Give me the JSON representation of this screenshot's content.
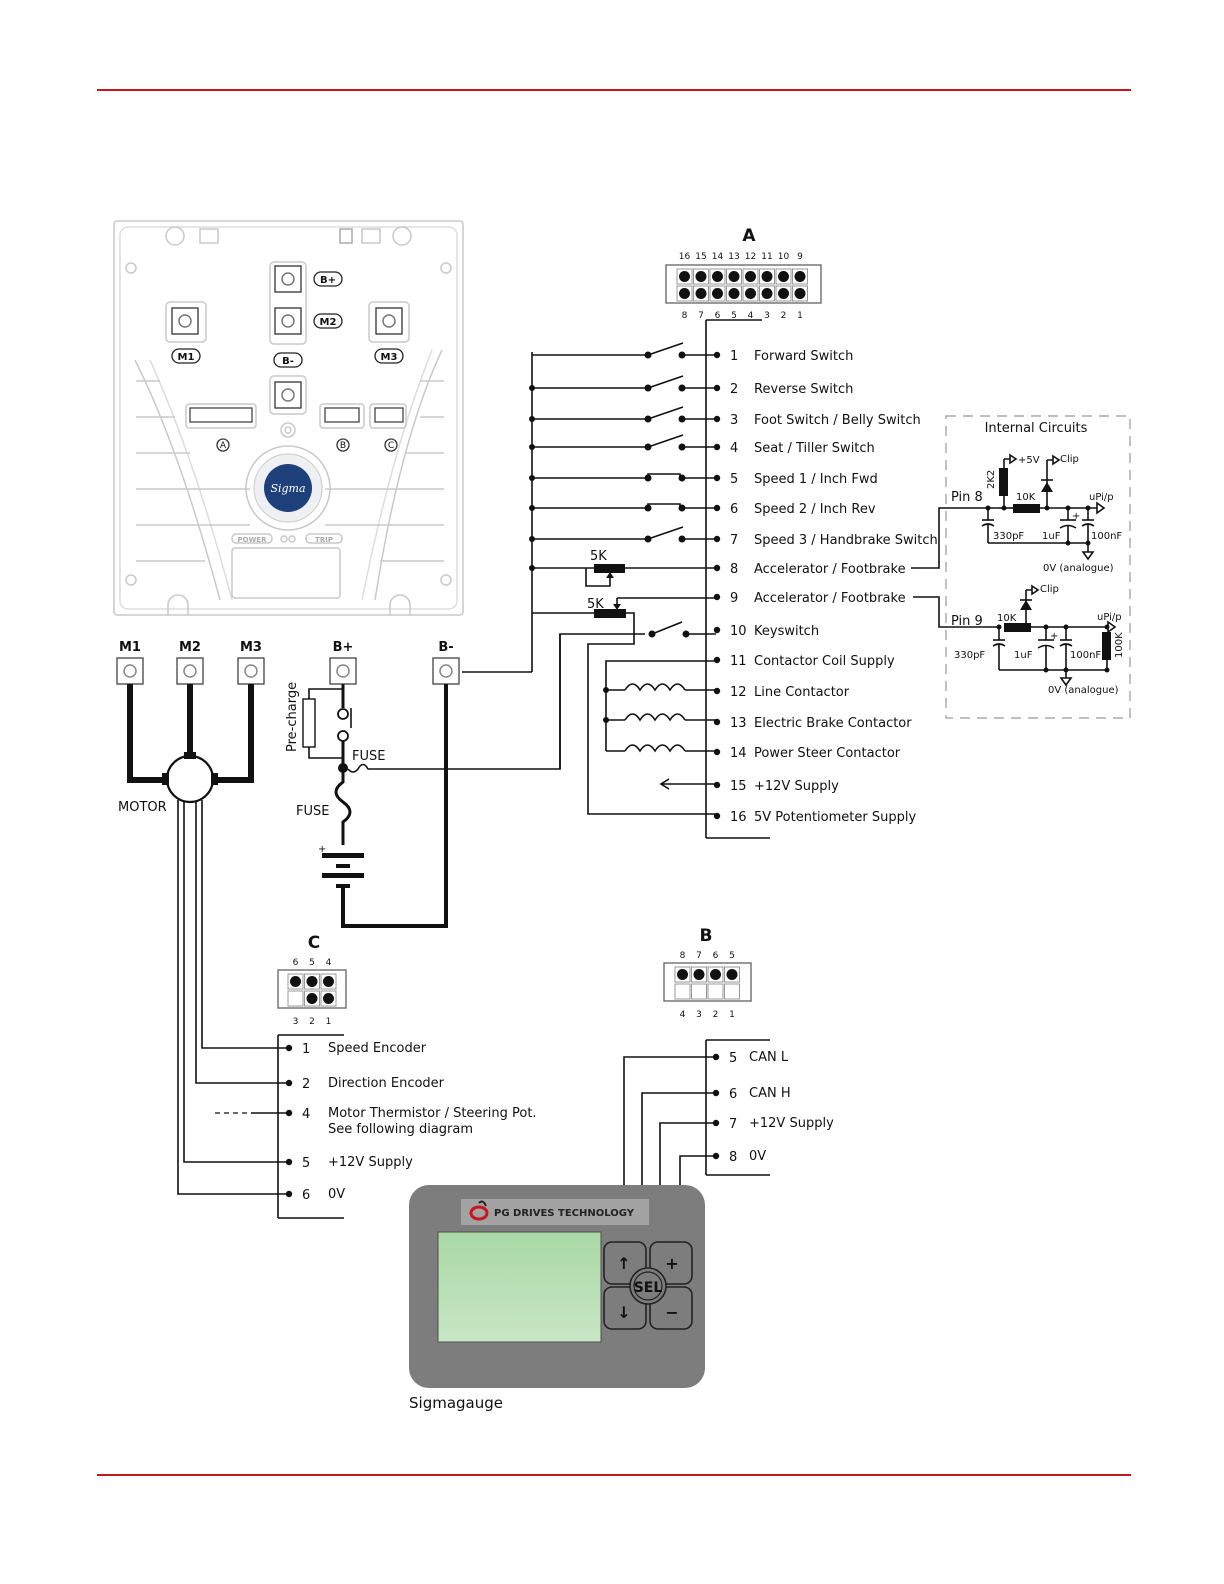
{
  "page": {
    "rule_color": "#c8161d"
  },
  "controller": {
    "terminal_labels": [
      "B+",
      "M2",
      "M1",
      "B-",
      "M3"
    ],
    "connector_labels": [
      "A",
      "B",
      "C"
    ],
    "logo_text": "Sigma",
    "led_labels": [
      "POWER",
      "TRIP"
    ]
  },
  "connector_a": {
    "title": "A",
    "top_pins": [
      "16",
      "15",
      "14",
      "13",
      "12",
      "11",
      "10",
      "9"
    ],
    "bottom_pins": [
      "8",
      "7",
      "6",
      "5",
      "4",
      "3",
      "2",
      "1"
    ],
    "pins": [
      {
        "num": "1",
        "label": "Forward Switch"
      },
      {
        "num": "2",
        "label": "Reverse Switch"
      },
      {
        "num": "3",
        "label": "Foot Switch / Belly Switch"
      },
      {
        "num": "4",
        "label": "Seat / Tiller Switch"
      },
      {
        "num": "5",
        "label": "Speed 1 / Inch Fwd"
      },
      {
        "num": "6",
        "label": "Speed 2  / Inch Rev"
      },
      {
        "num": "7",
        "label": "Speed 3 / Handbrake Switch"
      },
      {
        "num": "8",
        "label": "Accelerator / Footbrake"
      },
      {
        "num": "9",
        "label": "Accelerator / Footbrake"
      },
      {
        "num": "10",
        "label": "Keyswitch"
      },
      {
        "num": "11",
        "label": "Contactor Coil Supply"
      },
      {
        "num": "12",
        "label": "Line Contactor"
      },
      {
        "num": "13",
        "label": "Electric Brake Contactor"
      },
      {
        "num": "14",
        "label": "Power Steer Contactor"
      },
      {
        "num": "15",
        "label": "+12V Supply"
      },
      {
        "num": "16",
        "label": "5V Potentiometer Supply"
      }
    ],
    "pot_labels": [
      "5K",
      "5K"
    ]
  },
  "internal_circuits": {
    "title": "Internal Circuits",
    "pin8": {
      "pin": "Pin 8",
      "supply": "+5V",
      "clip": "Clip",
      "r_pullup": "2K2",
      "r_series": "10K",
      "c1": "330pF",
      "c2": "1uF",
      "c3": "100nF",
      "out": "uPi/p",
      "gnd": "0V (analogue)"
    },
    "pin9": {
      "pin": "Pin 9",
      "clip": "Clip",
      "r_series": "10K",
      "r_pulldown": "100K",
      "c1": "330pF",
      "c2": "1uF",
      "c3": "100nF",
      "out": "uPi/p",
      "gnd": "0V (analogue)"
    }
  },
  "power": {
    "terminals": [
      "M1",
      "M2",
      "M3",
      "B+",
      "B-"
    ],
    "motor_label": "MOTOR",
    "precharge_label": "Pre-charge",
    "fuse_labels": [
      "FUSE",
      "FUSE"
    ],
    "battery_plus": "+"
  },
  "connector_c": {
    "title": "C",
    "top_pins": [
      "6",
      "5",
      "4"
    ],
    "bottom_pins": [
      "3",
      "2",
      "1"
    ],
    "pins": [
      {
        "num": "1",
        "label": "Speed Encoder"
      },
      {
        "num": "2",
        "label": "Direction Encoder"
      },
      {
        "num": "4",
        "label": "Motor Thermistor / Steering Pot."
      },
      {
        "num": "5",
        "label": "+12V Supply"
      },
      {
        "num": "6",
        "label": "0V"
      }
    ],
    "note": "See following diagram"
  },
  "connector_b": {
    "title": "B",
    "top_pins": [
      "8",
      "7",
      "6",
      "5"
    ],
    "bottom_pins": [
      "4",
      "3",
      "2",
      "1"
    ],
    "pins": [
      {
        "num": "5",
        "label": "CAN L"
      },
      {
        "num": "6",
        "label": "CAN H"
      },
      {
        "num": "7",
        "label": "+12V Supply"
      },
      {
        "num": "8",
        "label": "0V"
      }
    ]
  },
  "sigmagauge": {
    "brand": "PG DRIVES TECHNOLOGY",
    "buttons": [
      "↑",
      "+",
      "SEL",
      "↓",
      "−"
    ],
    "caption": "Sigmagauge",
    "body_color": "#7d7d7d",
    "screen_color": "#b8ddb4"
  }
}
